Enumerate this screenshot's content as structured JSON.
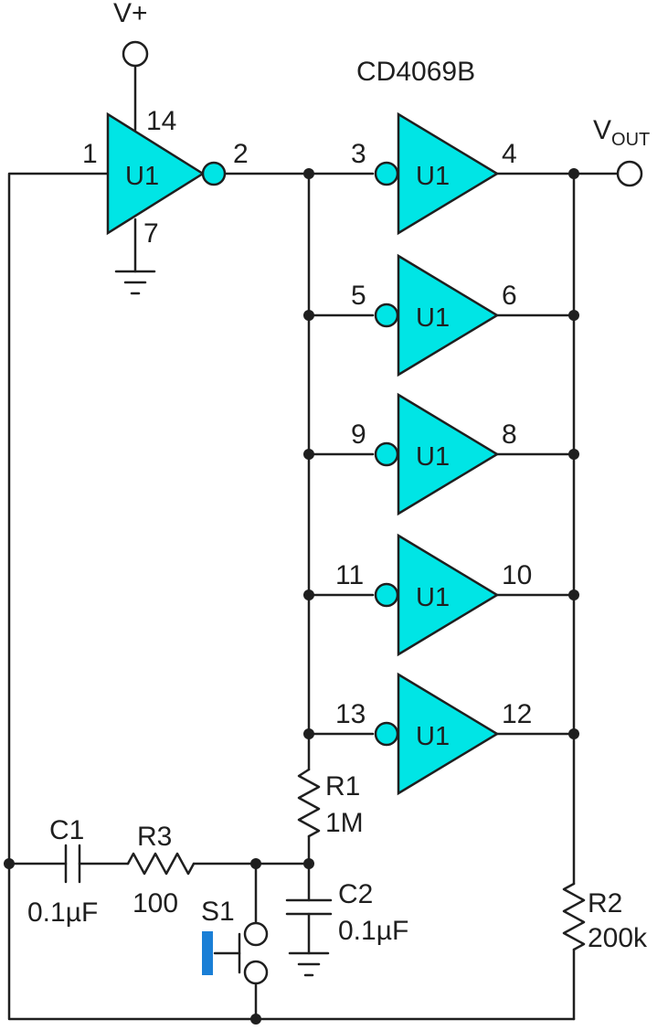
{
  "chip": "CD4069B",
  "supply_label": "V+",
  "output": {
    "main": "V",
    "sub": "OUT"
  },
  "unit_label": "U1",
  "pins": {
    "p1": "1",
    "p2": "2",
    "p14": "14",
    "p7": "7",
    "p3": "3",
    "p4": "4",
    "p5": "5",
    "p6": "6",
    "p9": "9",
    "p8": "8",
    "p11": "11",
    "p10": "10",
    "p13": "13",
    "p12": "12"
  },
  "components": {
    "r1": {
      "name": "R1",
      "value": "1M"
    },
    "r2": {
      "name": "R2",
      "value": "200k"
    },
    "r3": {
      "name": "R3",
      "value": "100"
    },
    "c1": {
      "name": "C1",
      "value": "0.1µF"
    },
    "c2": {
      "name": "C2",
      "value": "0.1µF"
    },
    "s1": {
      "name": "S1"
    }
  },
  "colors": {
    "gate_fill": "#00e5e5",
    "button": "#1a7fd6",
    "line": "#1f1f1f"
  }
}
